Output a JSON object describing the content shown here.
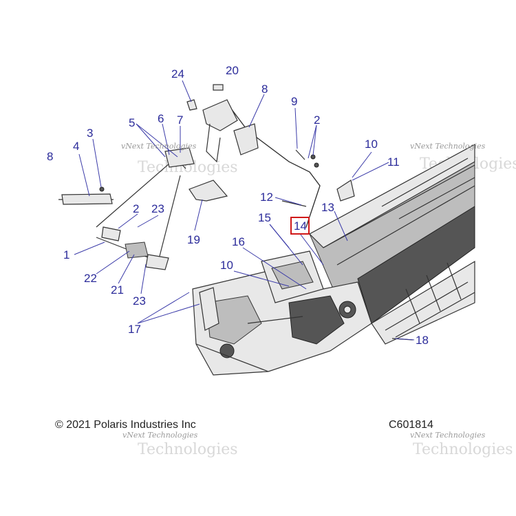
{
  "callouts": {
    "c24": "24",
    "c20": "20",
    "c8": "8",
    "c9": "9",
    "c2a": "2",
    "c3": "3",
    "c5": "5",
    "c6": "6",
    "c7": "7",
    "c4": "4",
    "c8b": "8",
    "c10a": "10",
    "c11": "11",
    "c12": "12",
    "c14": "14",
    "c13": "13",
    "c15": "15",
    "c16": "16",
    "c10b": "10",
    "c2b": "2",
    "c23a": "23",
    "c1": "1",
    "c22": "22",
    "c21": "21",
    "c23b": "23",
    "c19": "19",
    "c17": "17",
    "c18": "18"
  },
  "highlighted_callout": "14",
  "footer": {
    "copyright": "© 2021 Polaris Industries Inc",
    "diagram_id": "C601814"
  },
  "watermark": {
    "brand": "vNext Technologies",
    "faint": "Technologies"
  },
  "colors": {
    "callout": "#2b2b9a",
    "highlight": "#d01818"
  }
}
